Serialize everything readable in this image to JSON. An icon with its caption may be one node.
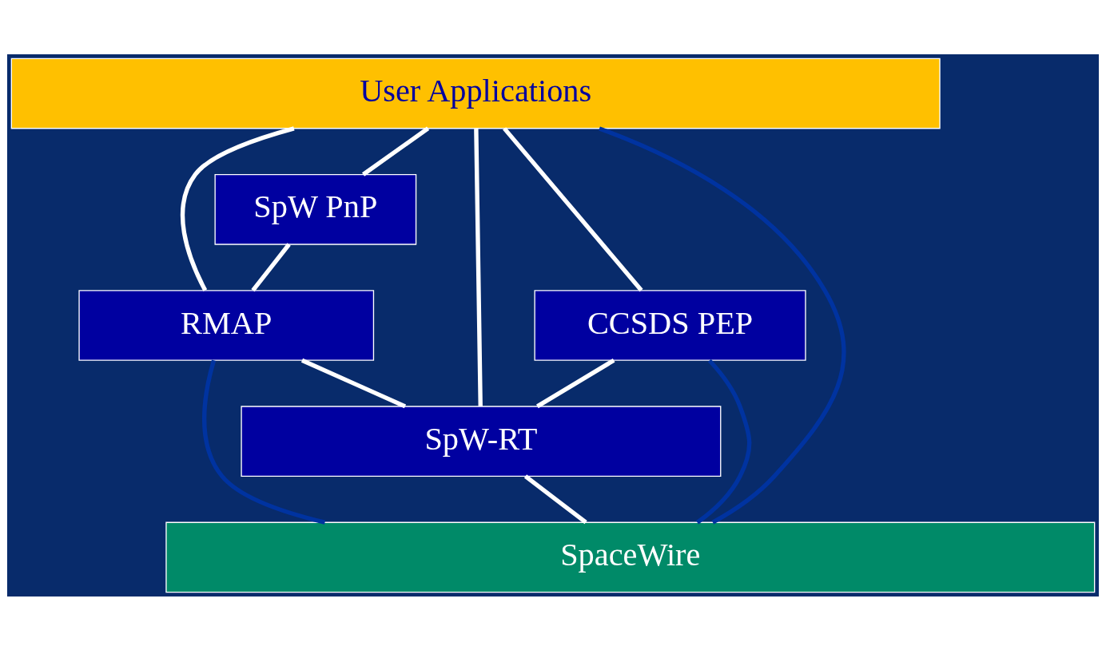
{
  "diagram": {
    "nodes": [
      {
        "text": [
          "User Applications"
        ]
      },
      {
        "text": [
          "SpW PnP"
        ]
      },
      {
        "text": [
          "CCSDS PEP"
        ]
      },
      {
        "text": [
          "RMAP"
        ]
      },
      {
        "text": [
          "SpW-RT"
        ]
      },
      {
        "text": [
          "SpaceWire"
        ]
      }
    ],
    "edges": [
      {
        "from": 0,
        "to": 5,
        "arrow": "none",
        "color": "#0033a0"
      },
      {
        "from": 0,
        "to": 2,
        "arrow": "none"
      },
      {
        "from": 2,
        "to": 5,
        "arrow": "none",
        "color": "#0033a0"
      },
      {
        "from": 0,
        "to": 4,
        "arrow": "none"
      },
      {
        "from": 4,
        "to": 5,
        "arrow": "none"
      },
      {
        "from": 0,
        "to": 1,
        "arrow": "none"
      },
      {
        "from": 1,
        "to": 3,
        "arrow": "none"
      },
      {
        "from": 0,
        "to": 3,
        "arrow": "none"
      },
      {
        "from": 2,
        "to": 4,
        "arrow": "none"
      },
      {
        "from": 3,
        "to": 4,
        "arrow": "none"
      },
      {
        "from": 3,
        "to": 5,
        "arrow": "none",
        "color": "#0033a0"
      }
    ]
  }
}
